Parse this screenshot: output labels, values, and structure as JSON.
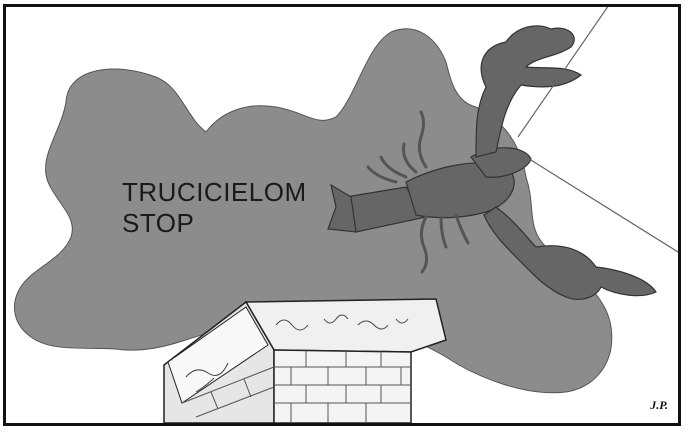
{
  "caption": {
    "line1": "TRUCICIELOM",
    "line2": "STOP"
  },
  "signature": "J.P.",
  "colors": {
    "smoke": "#8c8c8c",
    "crayfish": "#666666",
    "brick_face": "#f0f0f0",
    "outline": "#222222",
    "frame": "#111111"
  }
}
